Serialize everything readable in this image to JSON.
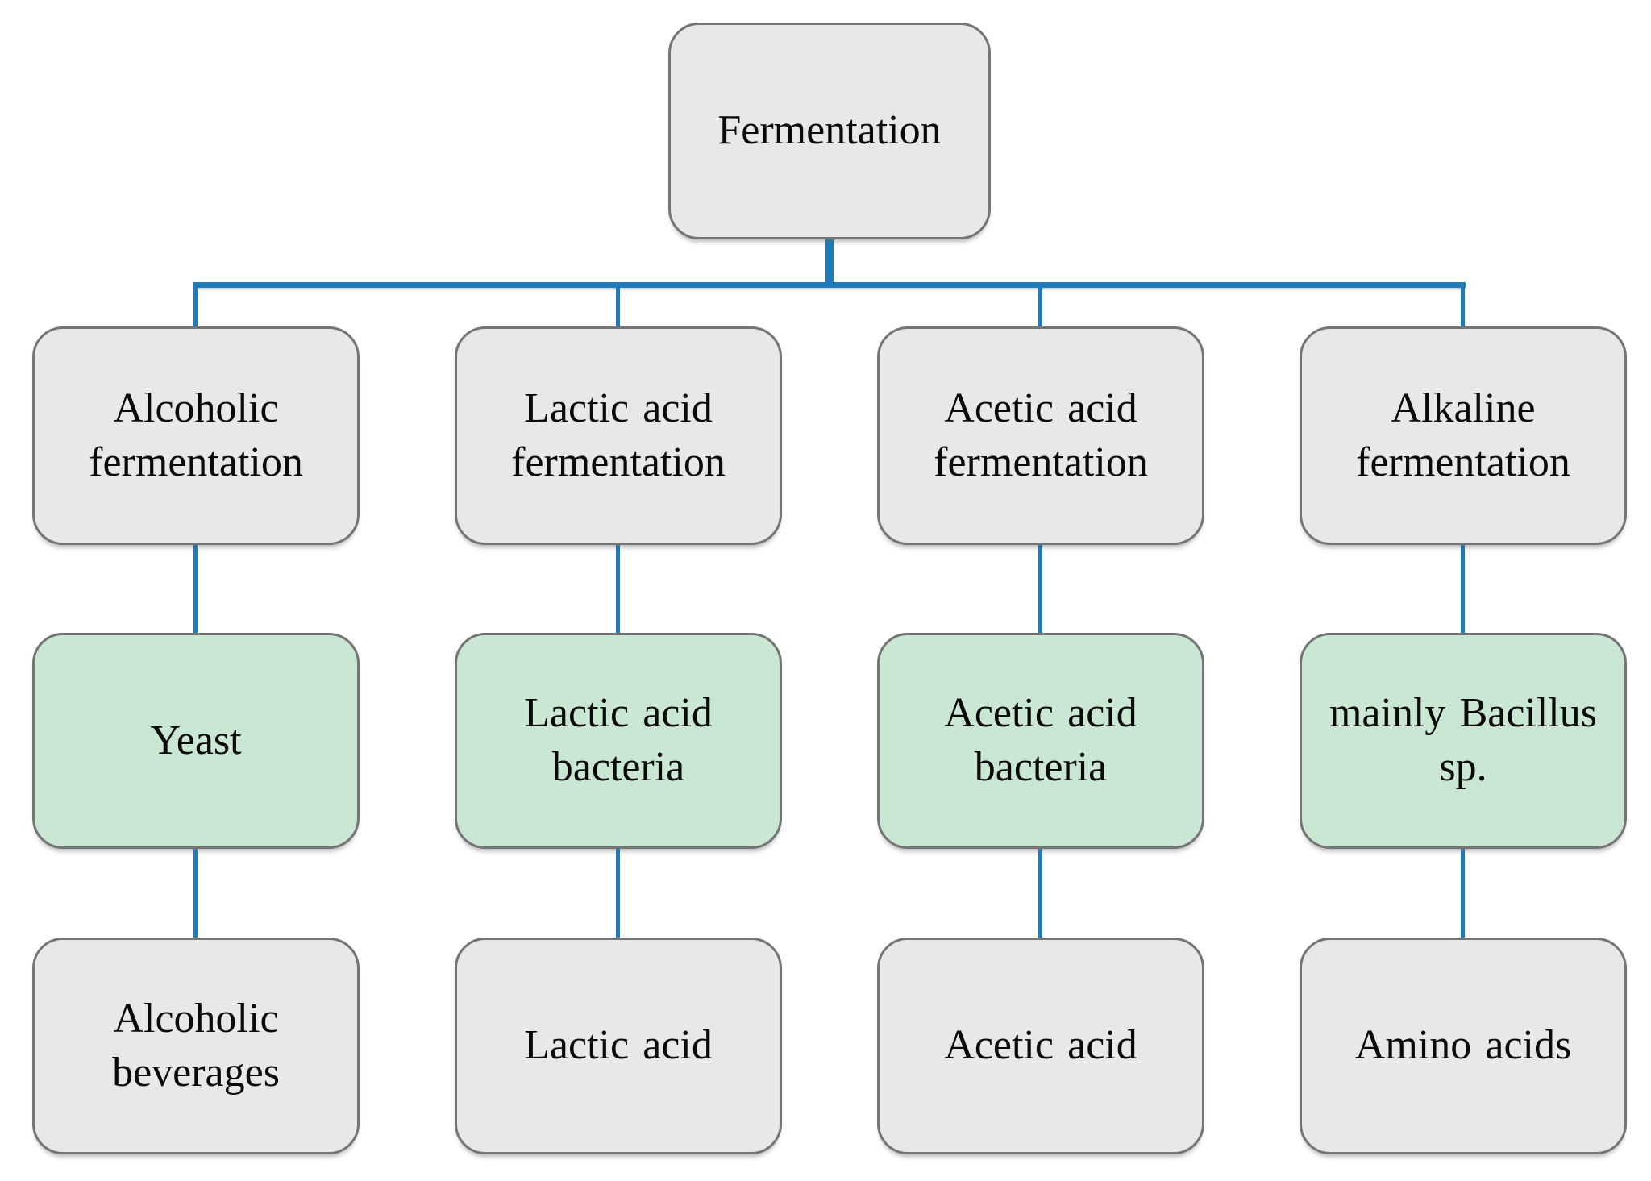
{
  "title": "Fermentation types flowchart",
  "colors": {
    "box_fill_gray": "#e8e8e8",
    "box_fill_green": "#c9e7d2",
    "box_border": "#757575",
    "connector_blue": "#1f7cb8",
    "text": "#0a0a0a"
  },
  "root": {
    "label": "Fermentation"
  },
  "columns": [
    {
      "id": "alcoholic",
      "type_label": "Alcoholic fermentation",
      "agent_label": "Yeast",
      "product_label": "Alcoholic beverages"
    },
    {
      "id": "lactic",
      "type_label": "Lactic acid fermentation",
      "agent_label": "Lactic acid bacteria",
      "product_label": "Lactic acid"
    },
    {
      "id": "acetic",
      "type_label": "Acetic acid fermentation",
      "agent_label": "Acetic acid bacteria",
      "product_label": "Acetic acid"
    },
    {
      "id": "alkaline",
      "type_label": "Alkaline fermentation",
      "agent_label": "mainly Bacillus sp.",
      "product_label": "Amino acids"
    }
  ]
}
